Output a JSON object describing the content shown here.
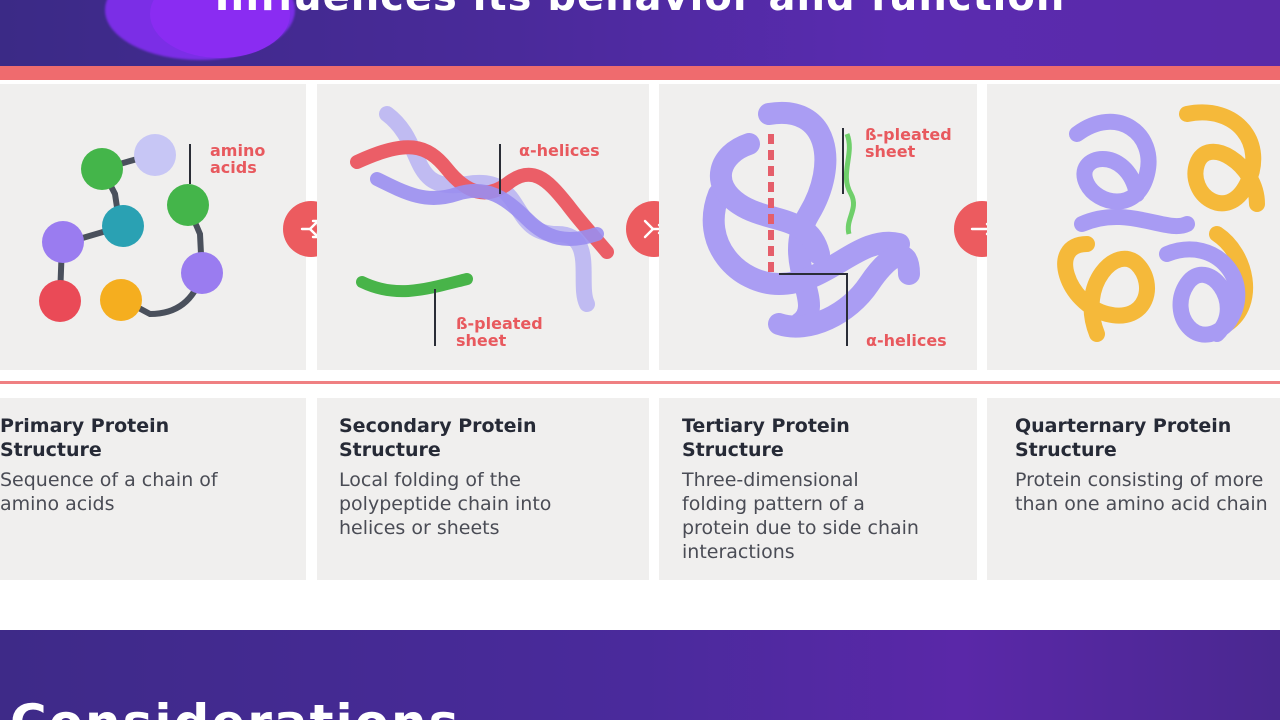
{
  "header": {
    "title": "Influences its behavior and function"
  },
  "panels": [
    {
      "labels": {
        "amino": "amino\nacids"
      },
      "title": "Primary Protein Structure",
      "description": "Sequence of a chain of amino acids"
    },
    {
      "labels": {
        "helices": "α-helices",
        "sheet": "ß-pleated\nsheet"
      },
      "title": "Secondary Protein Structure",
      "description": "Local folding of the polypeptide chain into helices or sheets"
    },
    {
      "labels": {
        "sheet": "ß-pleated\nsheet",
        "helices": "α-helices"
      },
      "title": "Tertiary Protein Structure",
      "description": "Three-dimensional folding pattern of a protein due to side chain interactions"
    },
    {
      "title": "Quarternary Protein Structure",
      "description": "Protein consisting of more than one amino acid chain"
    }
  ],
  "footer": {
    "title": "Considerations"
  },
  "colors": {
    "accent": "#ec5b5f",
    "purple": "#9f94ef",
    "green": "#4cb848",
    "orange": "#f5b93a",
    "teal": "#2fa6b8"
  },
  "icons": [
    "arrow-split-icon",
    "arrow-merge-icon",
    "arrow-right-icon"
  ]
}
